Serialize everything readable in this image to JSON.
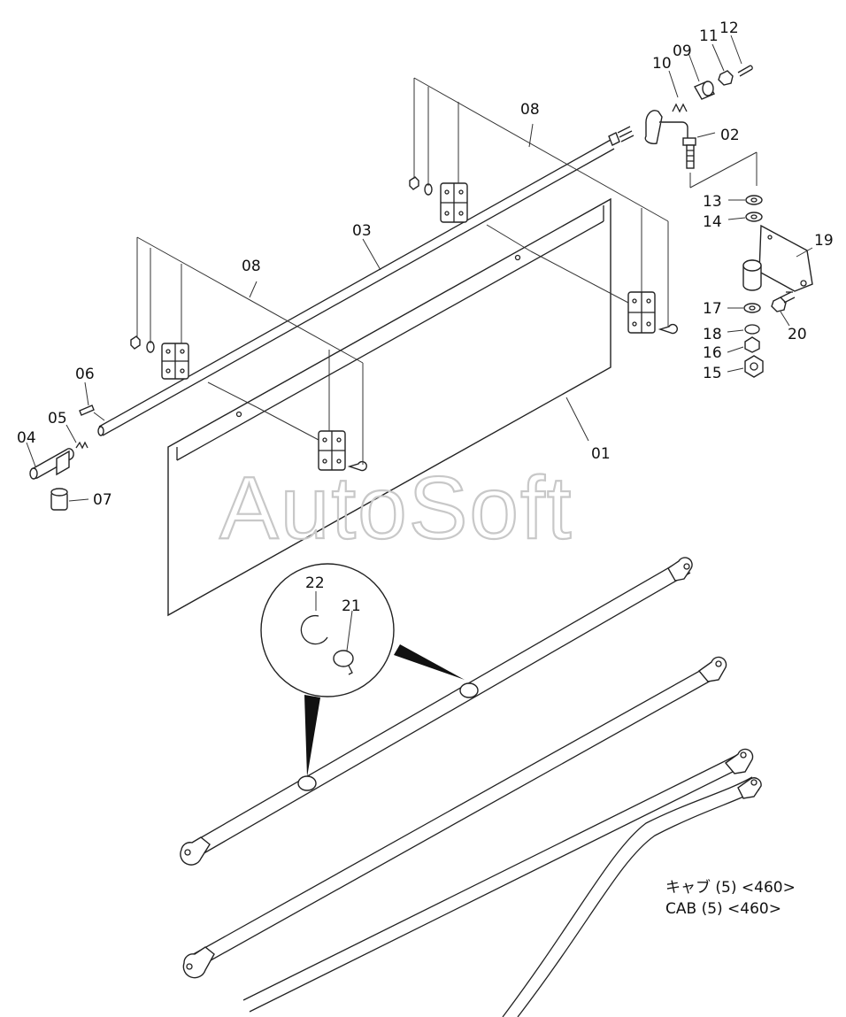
{
  "watermark": "AutoSoft",
  "caption": {
    "line1": "キャブ (5) <460>",
    "line2": "CAB (5) <460>"
  },
  "part_numbers": {
    "p01": "01",
    "p02": "02",
    "p03": "03",
    "p04": "04",
    "p05": "05",
    "p06": "06",
    "p07": "07",
    "p08a": "08",
    "p08b": "08",
    "p09": "09",
    "p10": "10",
    "p11": "11",
    "p12": "12",
    "p13": "13",
    "p14": "14",
    "p15": "15",
    "p16": "16",
    "p17": "17",
    "p18": "18",
    "p19": "19",
    "p20": "20",
    "p21": "21",
    "p22": "22"
  }
}
